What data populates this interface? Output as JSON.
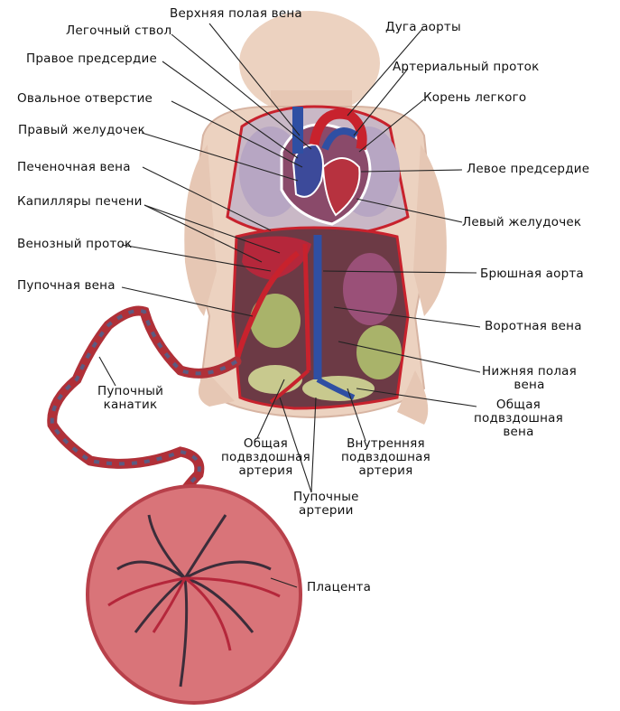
{
  "colors": {
    "skin": "#ecd2c0",
    "skin_shadow": "#d7b4a2",
    "artery": "#c8222d",
    "vein": "#2f4fa3",
    "placenta": "#d97479",
    "placenta_dark": "#b8404a",
    "organ_green": "#a9b36a",
    "organ_purple": "#9a5078",
    "leader": "#222222"
  },
  "labels": {
    "superior_vena_cava": "Верхняя полая вена",
    "pulmonary_trunk": "Легочный ствол",
    "aortic_arch": "Дуга аорты",
    "right_atrium": "Правое предсердие",
    "ductus_arteriosus": "Артериальный проток",
    "foramen_ovale": "Овальное отверстие",
    "lung_root": "Корень легкого",
    "right_ventricle": "Правый желудочек",
    "left_atrium": "Левое предсердие",
    "hepatic_vein": "Печеночная вена",
    "liver_capillaries": "Капилляры печени",
    "left_ventricle": "Левый желудочек",
    "ductus_venosus": "Венозный проток",
    "abdominal_aorta": "Брюшная аорта",
    "umbilical_vein": "Пупочная вена",
    "portal_vein": "Воротная вена",
    "inferior_vena_cava": "Нижняя полая\nвена",
    "umbilical_cord": "Пупочный\nканатик",
    "common_iliac_vein": "Общая\nподвздошная\nвена",
    "common_iliac_artery": "Общая\nподвздошная\nартерия",
    "internal_iliac_artery": "Внутренняя\nподвздошная\nартерия",
    "umbilical_arteries": "Пупочные\nартерии",
    "placenta": "Плацента"
  }
}
